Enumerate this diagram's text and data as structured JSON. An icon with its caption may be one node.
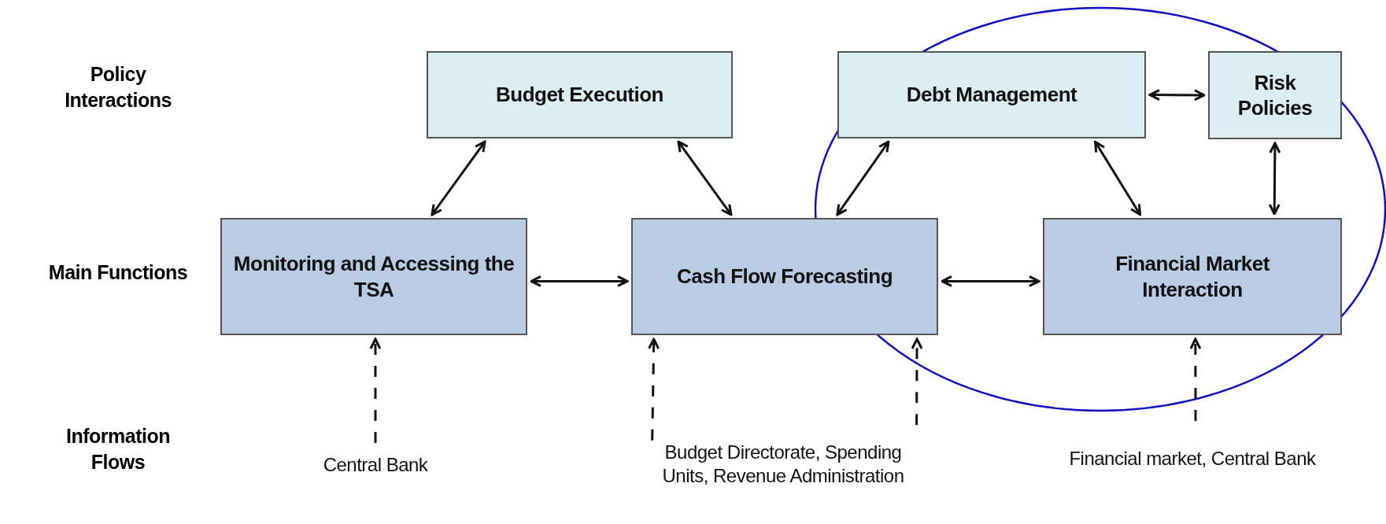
{
  "diagram": {
    "nodes": [
      {
        "text": [
          "Budget Execution"
        ]
      },
      {
        "text": [
          "Debt Management"
        ]
      },
      {
        "text": [
          "Risk Policies"
        ]
      },
      {
        "text": [
          "Monitoring and Accessing the TSA"
        ]
      },
      {
        "text": [
          "Cash Flow Forecasting"
        ]
      },
      {
        "text": [
          "Financial Market Interaction"
        ]
      },
      {
        "text": [
          "Central Bank"
        ]
      },
      {
        "text": [
          "Budget Directorate, Spending Units, Revenue Administration"
        ]
      },
      {
        "text": [
          "Financial market, Central Bank"
        ]
      }
    ],
    "edges": [
      {
        "from": 0,
        "to": 3,
        "arrow": "both"
      },
      {
        "from": 0,
        "to": 4,
        "arrow": "both"
      },
      {
        "from": 1,
        "to": 4,
        "arrow": "both"
      },
      {
        "from": 1,
        "to": 5,
        "arrow": "both"
      },
      {
        "from": 1,
        "to": 2,
        "arrow": "both"
      },
      {
        "from": 2,
        "to": 5,
        "arrow": "both"
      },
      {
        "from": 3,
        "to": 4,
        "arrow": "both"
      },
      {
        "from": 4,
        "to": 5,
        "arrow": "both"
      },
      {
        "from": 6,
        "to": 3,
        "arrow": "to",
        "style": "dashed"
      },
      {
        "from": 7,
        "to": 4,
        "arrow": "to",
        "style": "dashed"
      },
      {
        "from": 7,
        "to": 4,
        "arrow": "to",
        "style": "dashed"
      },
      {
        "from": 8,
        "to": 5,
        "arrow": "to",
        "style": "dashed"
      }
    ],
    "labels": [
      "Policy Interactions",
      "Main Functions",
      "Information Flows"
    ]
  }
}
